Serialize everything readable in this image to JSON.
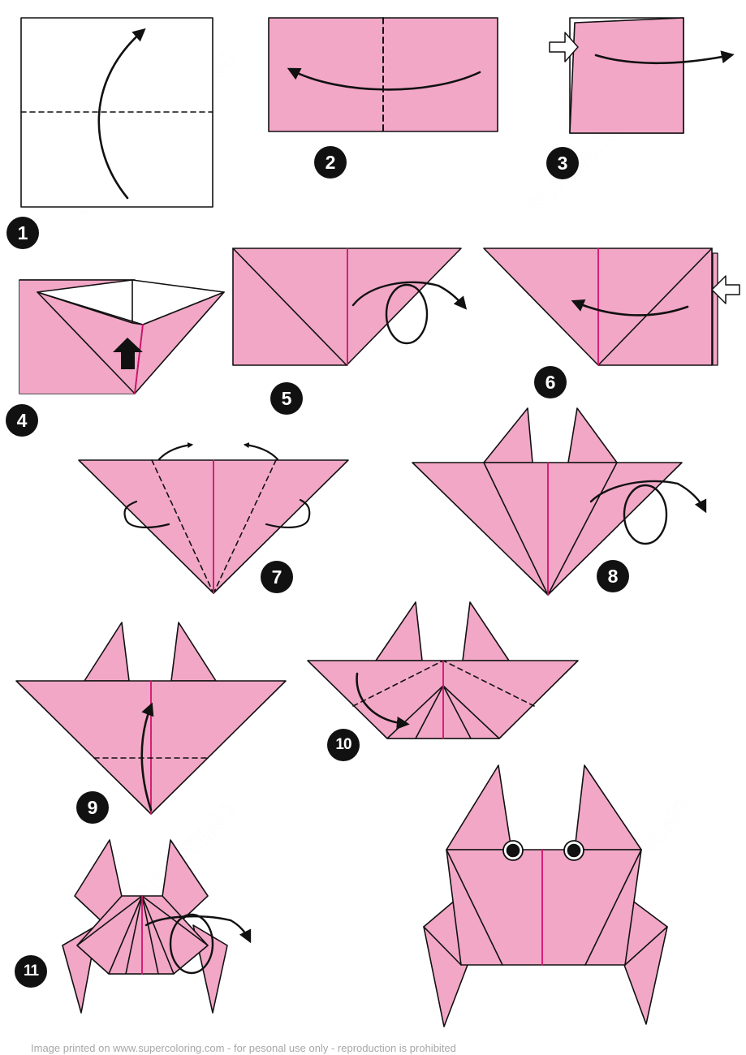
{
  "colors": {
    "paper": "#f2a7c6",
    "paper_back": "#ffffff",
    "outline": "#111111",
    "center_crease": "#d1126f",
    "badge": "#111111"
  },
  "steps": [
    {
      "id": 1,
      "label": "1"
    },
    {
      "id": 2,
      "label": "2"
    },
    {
      "id": 3,
      "label": "3"
    },
    {
      "id": 4,
      "label": "4"
    },
    {
      "id": 5,
      "label": "5"
    },
    {
      "id": 6,
      "label": "6"
    },
    {
      "id": 7,
      "label": "7"
    },
    {
      "id": 8,
      "label": "8"
    },
    {
      "id": 9,
      "label": "9"
    },
    {
      "id": 10,
      "label": "10"
    },
    {
      "id": 11,
      "label": "11"
    }
  ],
  "watermark": "SUPERCOLORING",
  "footer": "Image printed on www.supercoloring.com - for pesonal use only - reproduction is prohibited"
}
